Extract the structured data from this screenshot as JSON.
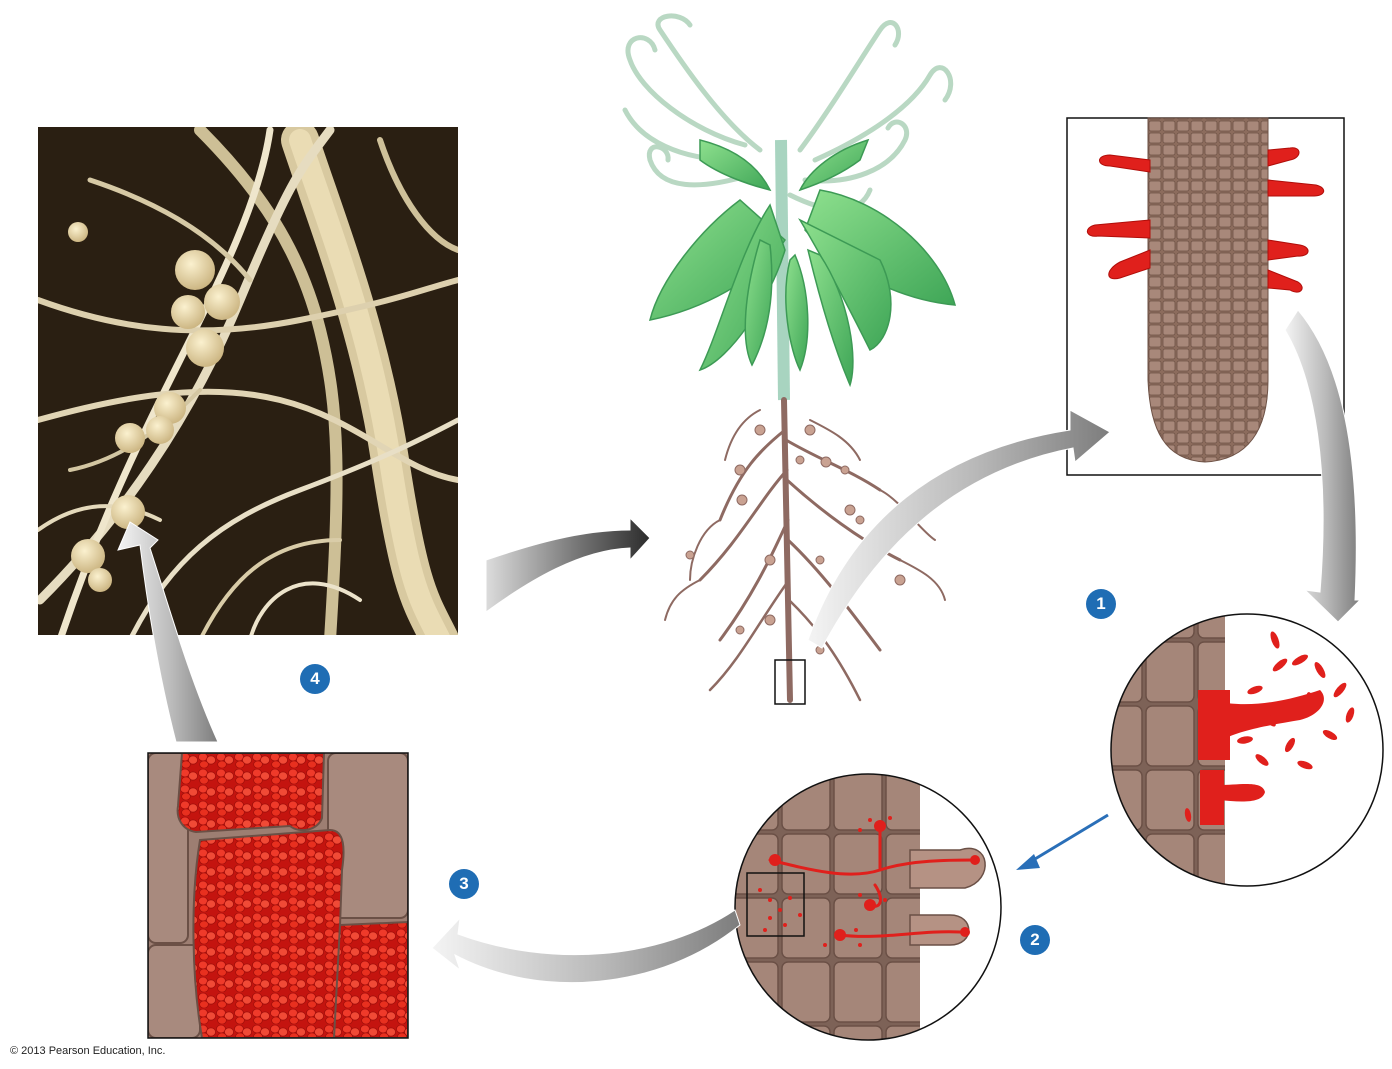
{
  "steps": [
    "1",
    "2",
    "3",
    "4"
  ],
  "copyright": "© 2013 Pearson Education, Inc.",
  "colors": {
    "step_badge": "#1f6db4",
    "bacteria_red": "#e0201c",
    "root_cell_brown": "#9b7a6b",
    "leaf_green": "#5cc268",
    "tendril_green": "#b9d8c3",
    "photo_background": "#2a1f12",
    "gray_arrow": "#9a9a9a",
    "blue_arrow": "#2a6fb8"
  },
  "icons": {
    "process_arrow": "curved-gray-arrow",
    "small_arrow": "blue-arrow"
  }
}
